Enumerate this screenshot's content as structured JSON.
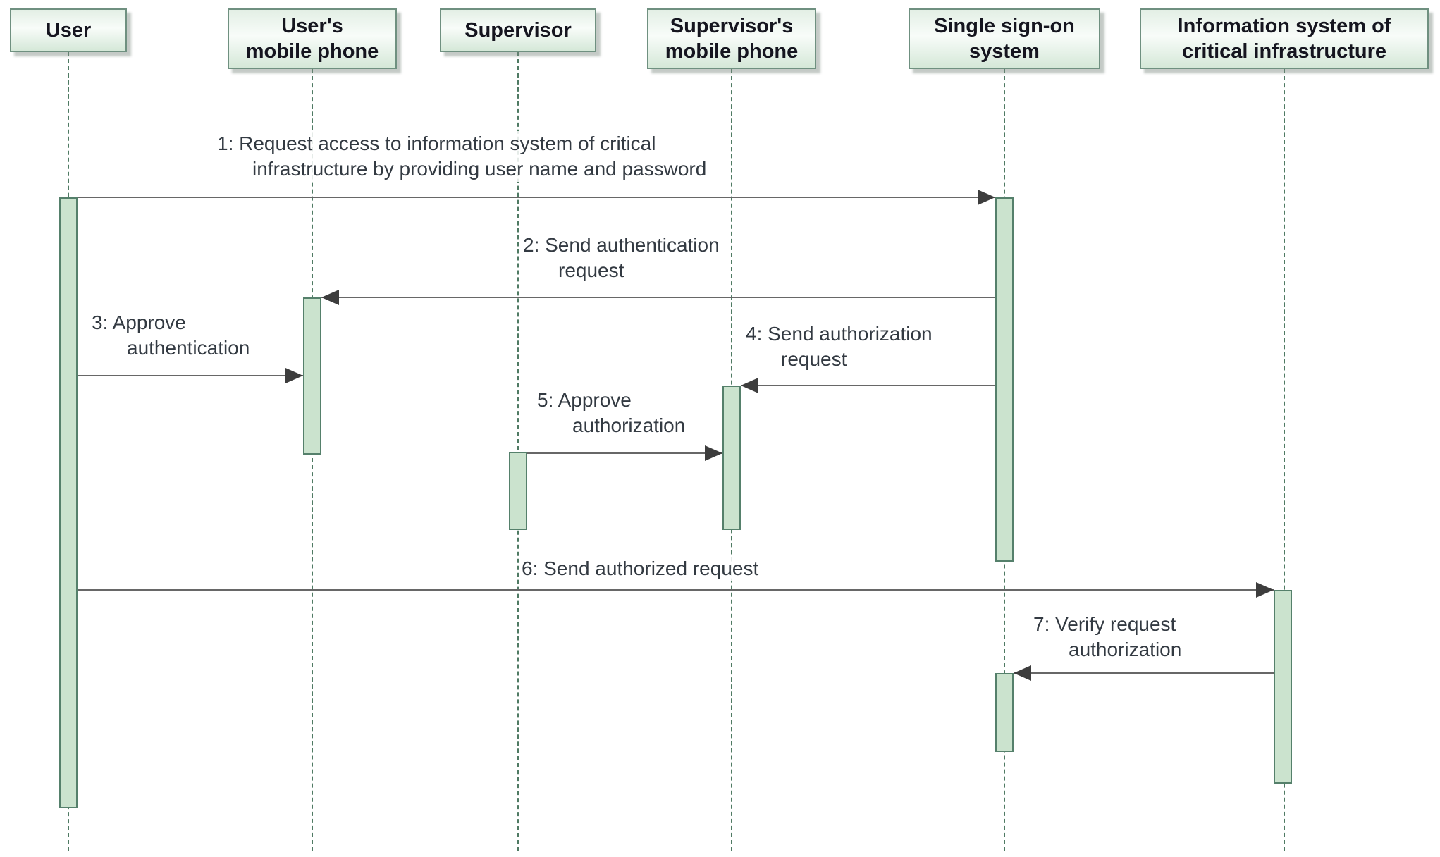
{
  "diagram": {
    "type": "uml-sequence-diagram",
    "actors": [
      {
        "id": "user",
        "label": "User"
      },
      {
        "id": "users-mobile-phone",
        "label": "User's\nmobile phone"
      },
      {
        "id": "supervisor",
        "label": "Supervisor"
      },
      {
        "id": "supervisors-mobile-phone",
        "label": "Supervisor's\nmobile phone"
      },
      {
        "id": "single-sign-on-system",
        "label": "Single sign-on\nsystem"
      },
      {
        "id": "information-system",
        "label": "Information system of\ncritical infrastructure"
      }
    ],
    "messages": [
      {
        "num": "1",
        "from": "User",
        "to": "Single sign-on system",
        "direction": "right",
        "lines": [
          "1: Request access to information system of critical",
          "infrastructure by providing user name and password"
        ]
      },
      {
        "num": "2",
        "from": "Single sign-on system",
        "to": "User's mobile phone",
        "direction": "left",
        "lines": [
          "2: Send authentication",
          "request"
        ]
      },
      {
        "num": "3",
        "from": "User",
        "to": "User's mobile phone",
        "direction": "right",
        "lines": [
          "3: Approve",
          "authentication"
        ]
      },
      {
        "num": "4",
        "from": "Single sign-on system",
        "to": "Supervisor's mobile phone",
        "direction": "left",
        "lines": [
          "4: Send authorization",
          "request"
        ]
      },
      {
        "num": "5",
        "from": "Supervisor",
        "to": "Supervisor's mobile phone",
        "direction": "right",
        "lines": [
          "5: Approve",
          "authorization"
        ]
      },
      {
        "num": "6",
        "from": "User",
        "to": "Information system of critical infrastructure",
        "direction": "right",
        "lines": [
          "6: Send authorized request"
        ]
      },
      {
        "num": "7",
        "from": "Information system of critical infrastructure",
        "to": "Single sign-on system",
        "direction": "left",
        "lines": [
          "7: Verify request",
          "authorization"
        ]
      }
    ],
    "colors": {
      "activation_fill": "#cbe3ce",
      "activation_border": "#55806b",
      "box_fill_top": "#e3efe5",
      "box_fill_bottom": "#d5e8d8",
      "box_border": "#6f9080",
      "lifeline": "#4f7a63",
      "message_line": "#676767",
      "arrowhead": "#3d3d3d",
      "text": "#333a42"
    }
  }
}
